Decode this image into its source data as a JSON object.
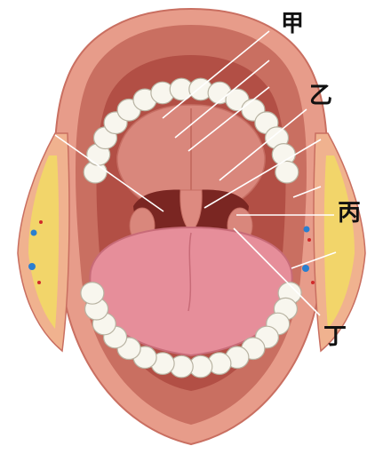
{
  "labels": {
    "jia": "甲",
    "yi": "乙",
    "bing": "丙",
    "ding": "丁"
  },
  "colors": {
    "lip": "#e79c8a",
    "lip_dark": "#c96f61",
    "mouth_cavity": "#b24f45",
    "palate": "#d9877c",
    "palate_ridge": "#c66e63",
    "tongue": "#e68e9a",
    "tongue_shadow": "#c86b78",
    "throat": "#7a2622",
    "uvula": "#dd8a80",
    "tooth": "#f8f6ee",
    "tooth_outline": "#b8b3a2",
    "cheek_fat": "#f2d56a",
    "cheek_tissue": "#f0b28f",
    "vessel_blue": "#2a7fd0",
    "vessel_red": "#d02a2a",
    "leader_line": "#ffffff",
    "leader_line_outside": "#222222",
    "label_text": "#111111"
  }
}
